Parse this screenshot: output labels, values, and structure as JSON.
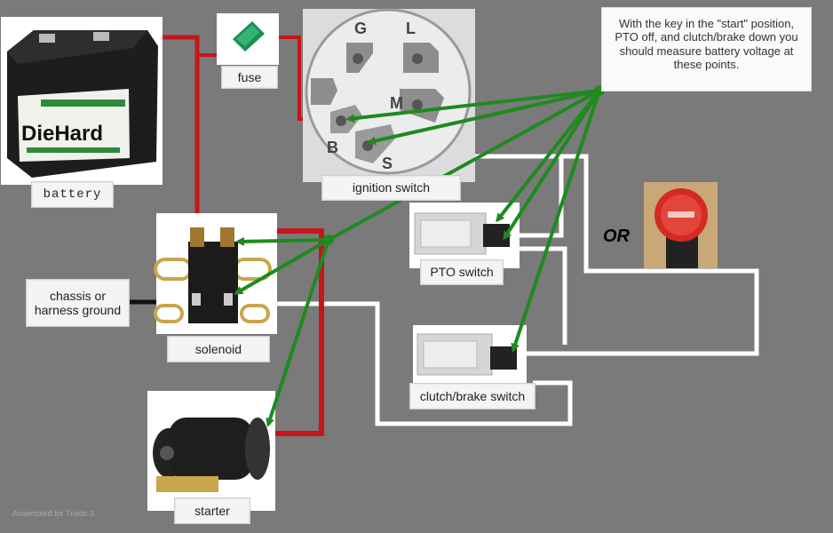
{
  "labels": {
    "battery": "battery",
    "fuse": "fuse",
    "ignition_switch": "ignition switch",
    "chassis_ground": "chassis or\nharness ground",
    "solenoid": "solenoid",
    "pto_switch": "PTO switch",
    "clutch_brake_switch": "clutch/brake switch",
    "starter": "starter",
    "or": "OR"
  },
  "battery_brand": "DieHard",
  "ignition_terminals": [
    "G",
    "L",
    "M",
    "B",
    "S"
  ],
  "note": "With the key in the \"start\" position, PTO off, and clutch/brake down you should measure battery voltage at these points.",
  "colors": {
    "background": "#7a7a7a",
    "red_wire": "#c8141a",
    "white_wire": "#ffffff",
    "green_arrow": "#1f8a1f",
    "black_wire": "#111111"
  },
  "watermark": "Assembled for Triads 3"
}
